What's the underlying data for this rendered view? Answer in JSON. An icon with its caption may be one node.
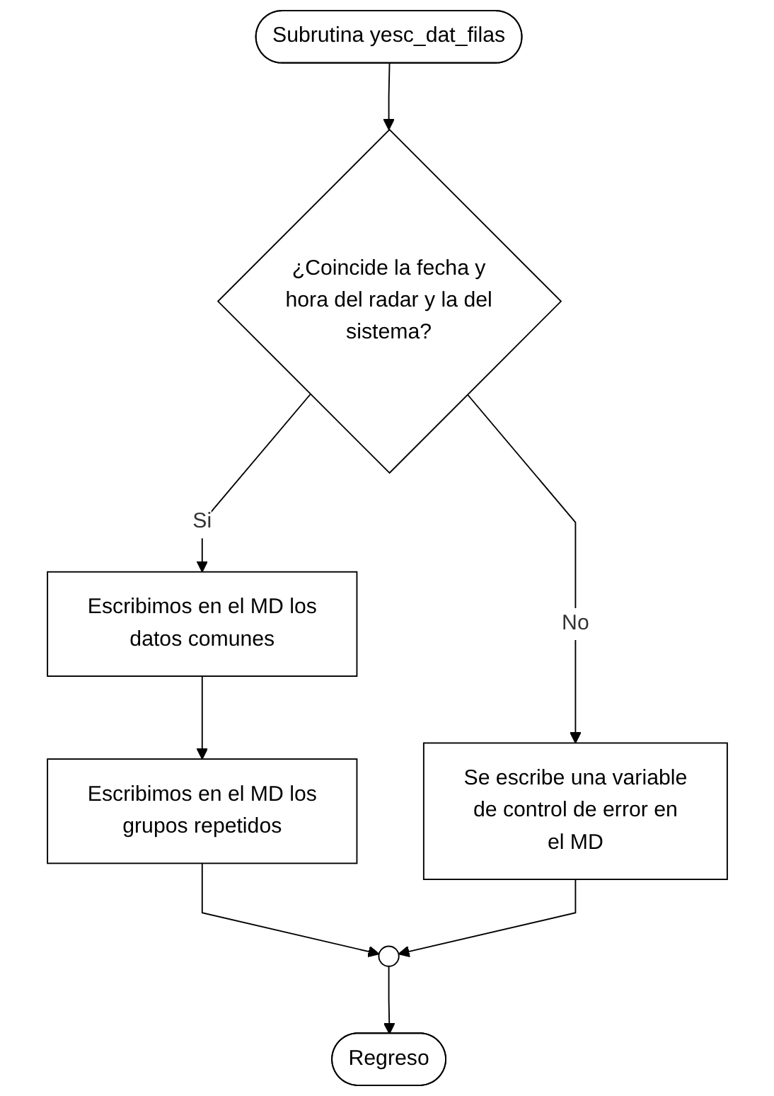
{
  "diagram": {
    "nodes": [
      {
        "text": [
          "Subrutina yesc_dat_filas"
        ]
      },
      {
        "text": [
          "¿Coincide la fecha y hora del radar y la del sistema?"
        ]
      },
      {
        "text": [
          "Se escribe una variable de control de error en el MD"
        ]
      },
      {
        "text": [
          "Escribimos en el MD los datos comunes"
        ]
      },
      {
        "text": [
          "Escribimos en el MD los grupos repetidos"
        ]
      },
      {
        "text": [],
        "shape": "circle"
      },
      {
        "text": [
          "Regreso"
        ]
      }
    ],
    "edges": [
      {
        "from": 0,
        "to": 1,
        "arrow": "to"
      },
      {
        "from": 1,
        "to": 2,
        "arrow": "to",
        "label": "No"
      },
      {
        "from": 1,
        "to": 3,
        "arrow": "to",
        "label": "Si"
      },
      {
        "from": 3,
        "to": 4,
        "arrow": "to"
      },
      {
        "from": 4,
        "to": 5,
        "arrow": "to"
      },
      {
        "from": 2,
        "to": 5,
        "arrow": "to"
      },
      {
        "from": 5,
        "to": 6,
        "arrow": "to"
      }
    ]
  }
}
